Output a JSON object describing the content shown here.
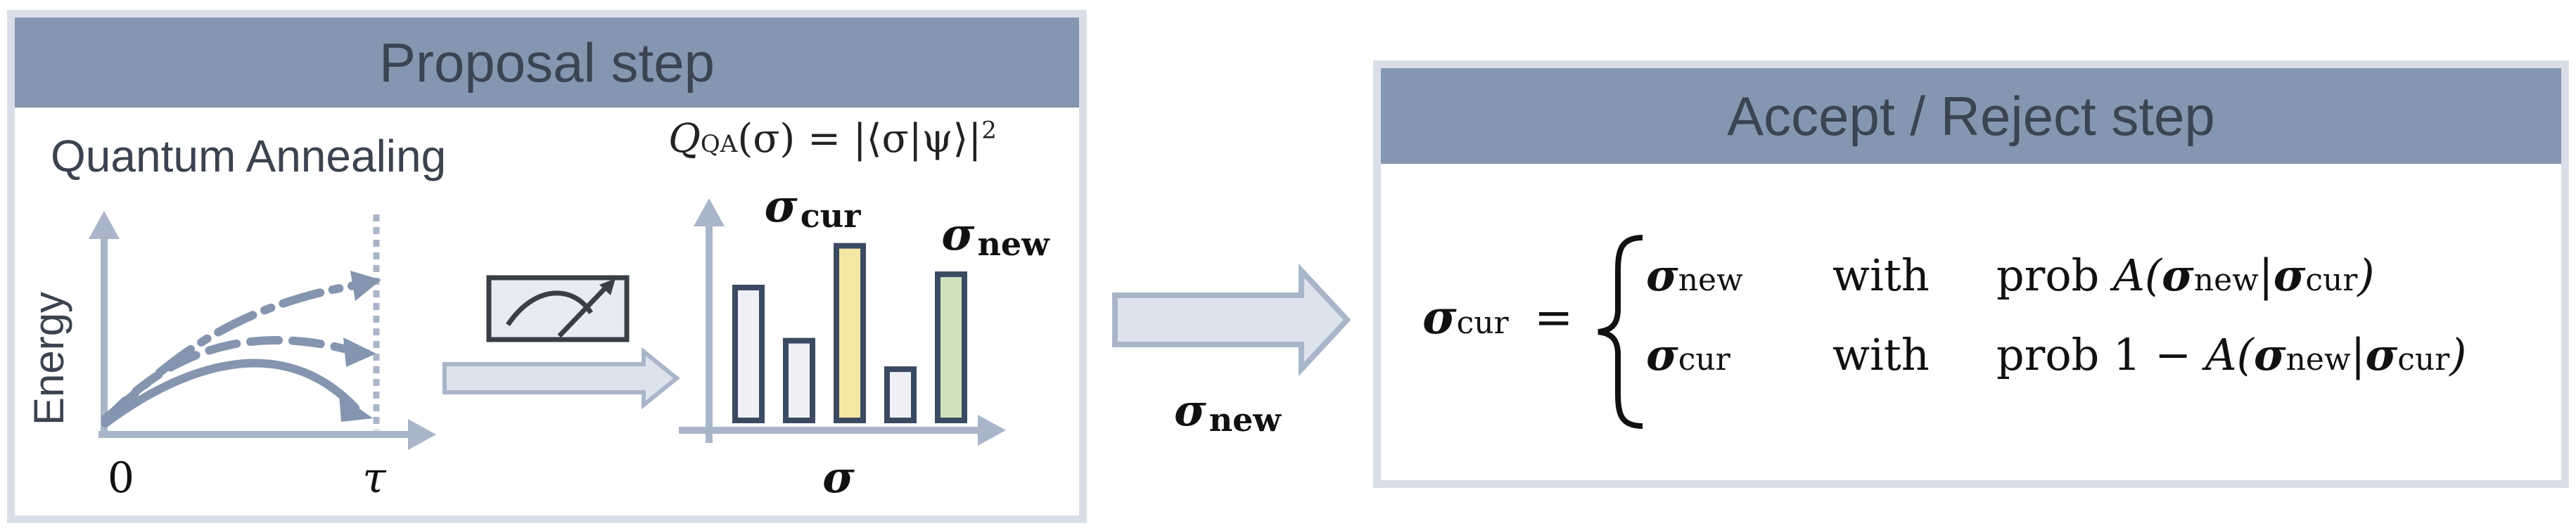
{
  "proposal": {
    "title": "Proposal step",
    "annealing_label": "Quantum Annealing",
    "energy_label": "Energy",
    "time_start": "0",
    "time_end": "τ",
    "formula": {
      "q": "Q",
      "q_sub": "QA",
      "rest": "(σ) = |⟨σ|ψ⟩|",
      "power": "2"
    },
    "sigma_cur": "σ",
    "sigma_cur_sub": "cur",
    "sigma_new": "σ",
    "sigma_new_sub": "new",
    "x_axis_label": "σ"
  },
  "transfer": {
    "label": "σ",
    "label_sub": "new"
  },
  "accept": {
    "title": "Accept / Reject step",
    "lhs": "σ",
    "lhs_sub": "cur",
    "equals": "=",
    "rows": [
      {
        "sigma": "σ",
        "sigma_sub": "new",
        "word": "with",
        "prob_prefix": "prob ",
        "prob_expr": "A(σnew|σcur)"
      },
      {
        "sigma": "σ",
        "sigma_sub": "cur",
        "word": "with",
        "prob_prefix": "prob 1 − ",
        "prob_expr": "A(σnew|σcur)"
      }
    ]
  },
  "colors": {
    "header_bg": "#8597b0",
    "panel_border": "#d9dee9",
    "axis": "#a9b5c8",
    "curve": "#8595af",
    "bar_outline": "#3b4a62",
    "bar_fill": "#eef0f5",
    "bar_cur": "#f6e6a3",
    "bar_new": "#cfe2bd",
    "arrow_fill": "#dde3ed"
  },
  "histogram": {
    "heights": [
      0.7,
      0.42,
      0.92,
      0.27,
      0.77
    ],
    "highlight": [
      "none",
      "none",
      "cur",
      "none",
      "new"
    ]
  }
}
